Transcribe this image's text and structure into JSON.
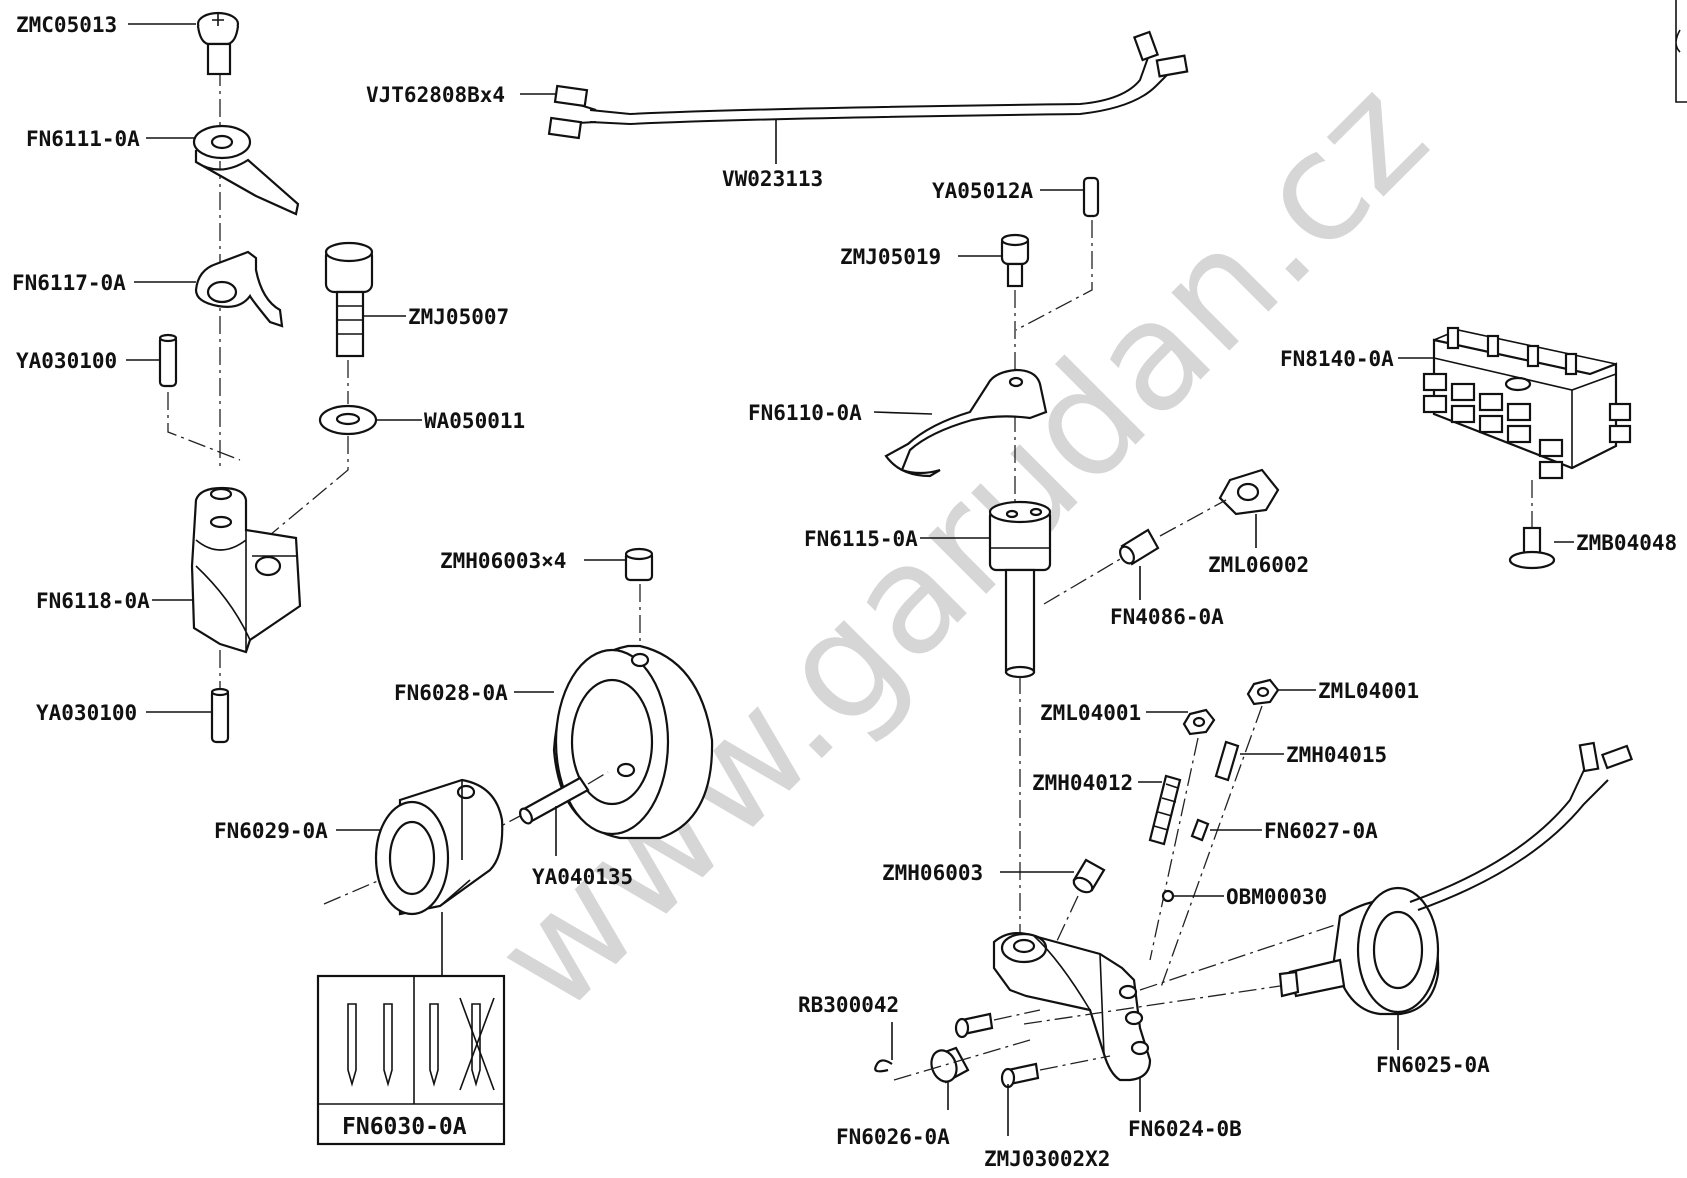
{
  "watermark": "www.garudan.cz",
  "labels": {
    "zmc05013": "ZMC05013",
    "fn6111": "FN6111-0A",
    "fn6117": "FN6117-0A",
    "ya030100_top": "YA030100",
    "zmj05007": "ZMJ05007",
    "wa050011": "WA050011",
    "fn6118": "FN6118-0A",
    "ya030100_bottom": "YA030100",
    "vjt62808": "VJT62808Bx4",
    "vw023113": "VW023113",
    "ya05012a": "YA05012A",
    "zmj05019": "ZMJ05019",
    "fn6110": "FN6110-0A",
    "fn6115": "FN6115-0A",
    "zml06002": "ZML06002",
    "fn4086": "FN4086-0A",
    "fn8140": "FN8140-0A",
    "zmb04048": "ZMB04048",
    "zmh06003x4": "ZMH06003×4",
    "fn6028": "FN6028-0A",
    "fn6029": "FN6029-0A",
    "ya040135": "YA040135",
    "fn6030": "FN6030-0A",
    "zml04001_left": "ZML04001",
    "zml04001_right": "ZML04001",
    "zmh04012": "ZMH04012",
    "zmh04015": "ZMH04015",
    "fn6027": "FN6027-0A",
    "obm00030": "OBM00030",
    "zmh06003": "ZMH06003",
    "rb300042": "RB300042",
    "fn6026": "FN6026-0A",
    "zmj03002x2": "ZMJ03002X2",
    "fn6024": "FN6024-0B",
    "fn6025": "FN6025-0A"
  }
}
